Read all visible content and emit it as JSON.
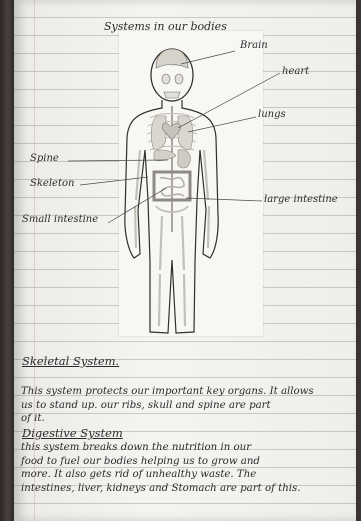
{
  "diagram": {
    "title": "Systems in our bodies",
    "labels": {
      "brain": "Brain",
      "heart": "heart",
      "lungs": "lungs",
      "spine": "Spine",
      "skeleton": "Skeleton",
      "small_intestine": "Small intestine",
      "large_intestine": "large intestine"
    }
  },
  "notes": {
    "skeletal_heading": "Skeletal System.",
    "skeletal_lines": [
      "This system protects our important key organs. It allows",
      "us to stand up. our ribs, skull and spine are part",
      "of it."
    ],
    "digestive_heading": "Digestive System",
    "digestive_lines": [
      "this system breaks down the nutrition in our",
      "food to fuel our bodies helping us to grow and",
      "more. It also gets rid of unhealthy waste. The",
      "intestines, liver, kidneys and Stomach are part of this."
    ]
  }
}
